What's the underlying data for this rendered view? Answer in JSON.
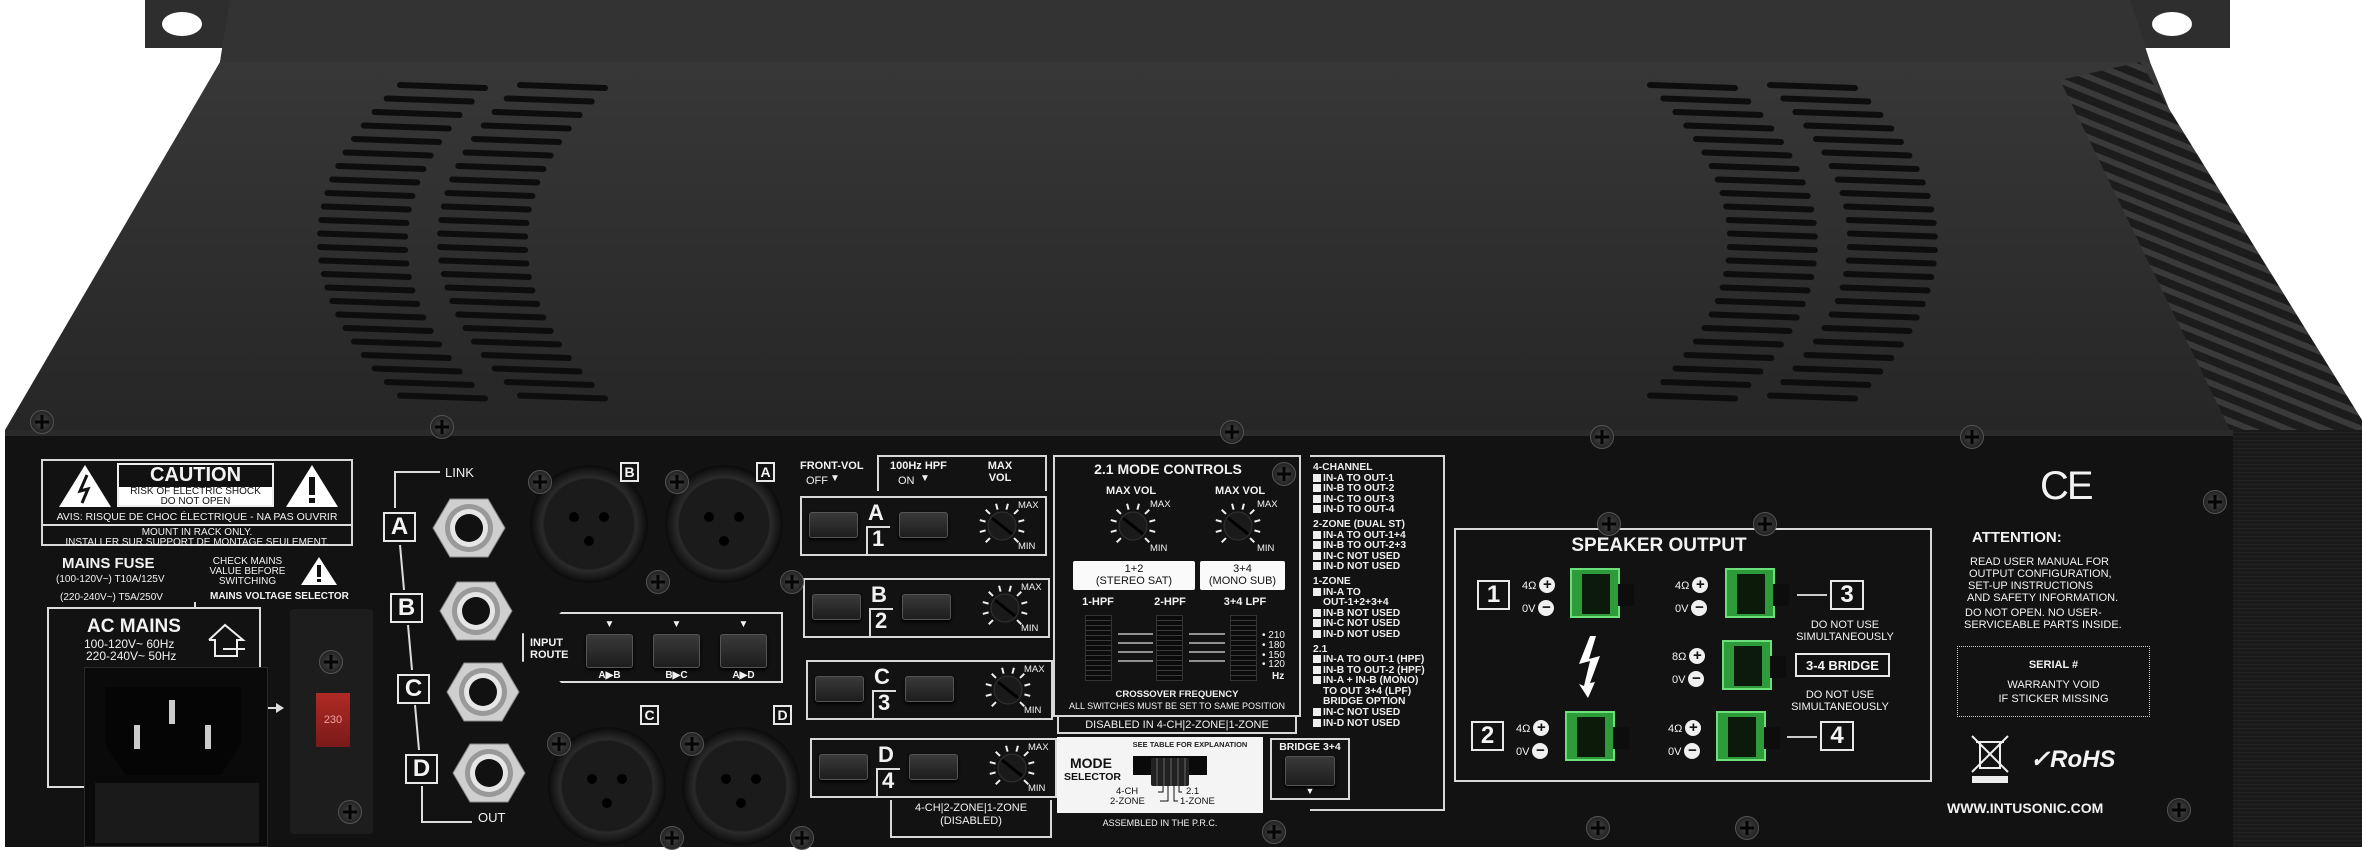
{
  "caution": {
    "title": "CAUTION",
    "line1": "RISK OF ELECTRIC SHOCK",
    "line2": "DO NOT OPEN",
    "french": "AVIS: RISQUE DE CHOC ÉLECTRIQUE - NA PAS OUVRIR",
    "mount": "MOUNT IN RACK ONLY.",
    "mount_fr": "INSTALLER SUR SUPPORT DE MONTAGE SEULEMENT."
  },
  "mains": {
    "fuse_title": "MAINS FUSE",
    "fuse_1": "(100-120V~) T10A/125V",
    "fuse_2": "(220-240V~) T5A/250V",
    "check_1": "CHECK MAINS",
    "check_2": "VALUE BEFORE",
    "check_3": "SWITCHING",
    "selector_label": "MAINS VOLTAGE SELECTOR",
    "ac_title": "AC MAINS",
    "ac_1": "100-120V~ 60Hz",
    "ac_2": "220-240V~ 50Hz",
    "switch_value": "230"
  },
  "inputs": {
    "link": "LINK",
    "out": "OUT",
    "channels": [
      "A",
      "B",
      "C",
      "D"
    ],
    "xlr_labels": [
      "B",
      "A",
      "C",
      "D"
    ],
    "route_title_1": "INPUT",
    "route_title_2": "ROUTE",
    "routes": [
      "A▶B",
      "B▶C",
      "A▶D"
    ]
  },
  "channel_controls": {
    "front_vol": "FRONT-VOL",
    "front_vol_off": "OFF",
    "hpf": "100Hz HPF",
    "hpf_on": "ON",
    "max_vol_1": "MAX",
    "max_vol_2": "VOL",
    "max": "MAX",
    "min": "MIN",
    "rows": [
      {
        "letter": "A",
        "number": "1"
      },
      {
        "letter": "B",
        "number": "2"
      },
      {
        "letter": "C",
        "number": "3"
      },
      {
        "letter": "D",
        "number": "4"
      }
    ],
    "disabled_1": "4-CH|2-ZONE|1-ZONE",
    "disabled_2": "(DISABLED)"
  },
  "mode21": {
    "title": "2.1 MODE CONTROLS",
    "max_vol": "MAX VOL",
    "max": "MAX",
    "min": "MIN",
    "sat_1": "1+2",
    "sat_2": "(STEREO SAT)",
    "sub_1": "3+4",
    "sub_2": "(MONO SUB)",
    "filters": [
      "1-HPF",
      "2-HPF",
      "3+4 LPF"
    ],
    "frequencies": [
      "210",
      "180",
      "150",
      "120"
    ],
    "hz": "Hz",
    "crossover": "CROSSOVER FREQUENCY",
    "note": "ALL SWITCHES MUST BE SET TO SAME POSITION",
    "disabled": "DISABLED IN 4-CH|2-ZONE|1-ZONE"
  },
  "mode_selector": {
    "see_table": "SEE TABLE FOR EXPLANATION",
    "title_1": "MODE",
    "title_2": "SELECTOR",
    "opt_4ch": "4-CH",
    "opt_2zone": "2-ZONE",
    "opt_21": "2.1",
    "opt_1zone": "1-ZONE",
    "assembled": "ASSEMBLED IN THE P.R.C."
  },
  "bridge_switch": "BRIDGE 3+4",
  "mode_table": [
    {
      "heading": "4-CHANNEL",
      "items": [
        "IN-A TO OUT-1",
        "IN-B TO OUT-2",
        "IN-C TO OUT-3",
        "IN-D TO OUT-4"
      ]
    },
    {
      "heading": "2-ZONE (DUAL ST)",
      "items": [
        "IN-A TO OUT-1+4",
        "IN-B TO OUT-2+3",
        "IN-C NOT USED",
        "IN-D NOT USED"
      ]
    },
    {
      "heading": "1-ZONE",
      "items": [
        "IN-A TO|OUT-1+2+3+4",
        "IN-B NOT USED",
        "IN-C NOT USED",
        "IN-D NOT USED"
      ]
    },
    {
      "heading": "2.1",
      "items": [
        "IN-A TO OUT-1 (HPF)",
        "IN-B TO OUT-2 (HPF)",
        "IN-A + IN-B (MONO)|TO OUT 3+4 (LPF)|BRIDGE OPTION",
        "IN-C NOT USED",
        "IN-D NOT USED"
      ]
    }
  ],
  "speaker": {
    "title": "SPEAKER OUTPUT",
    "ohm4": "4Ω",
    "ohm8": "8Ω",
    "zero_v": "0V",
    "out1": "1",
    "out2": "2",
    "out3": "3",
    "out4": "4",
    "warn_1": "DO NOT USE",
    "warn_2": "SIMULTANEOUSLY",
    "bridge": "3-4 BRIDGE",
    "terminal_color": "#2d9b3a"
  },
  "attention": {
    "title": "ATTENTION:",
    "l1": "READ USER MANUAL FOR",
    "l2": "OUTPUT CONFIGURATION,",
    "l3": "SET-UP INSTRUCTIONS",
    "l4": "AND SAFETY INFORMATION.",
    "l5": "DO NOT OPEN. NO USER-",
    "l6": "SERVICEABLE PARTS INSIDE."
  },
  "ce": "CE",
  "serial": {
    "title": "SERIAL #",
    "l1": "WARRANTY VOID",
    "l2": "IF STICKER MISSING"
  },
  "rohs": "RoHS",
  "website": "WWW.INTUSONIC.COM"
}
